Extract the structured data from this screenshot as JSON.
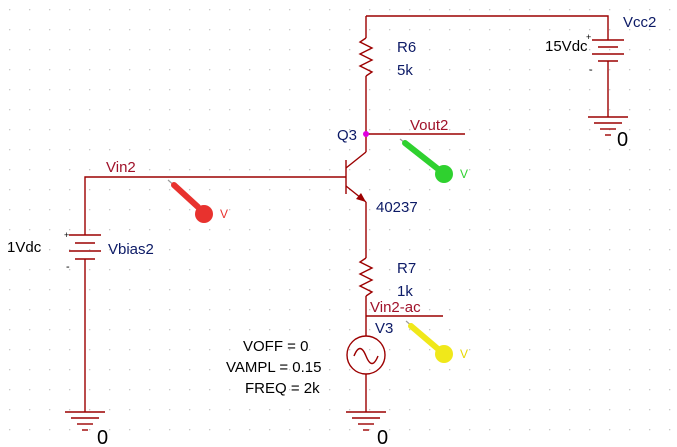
{
  "colors": {
    "wire": "#9c0000",
    "component": "#9c0000",
    "text_blue": "#0c1a66",
    "text_black": "#000000",
    "net_label": "#a0122a",
    "grid_dot": "#c8c8c8",
    "probe_red": "#e8322e",
    "probe_green": "#2fd12f",
    "probe_yellow": "#f0e81a",
    "junction": "#e000e0"
  },
  "components": {
    "r6": {
      "ref": "R6",
      "value": "5k"
    },
    "r7": {
      "ref": "R7",
      "value": "1k"
    },
    "q3": {
      "ref": "Q3",
      "model": "40237"
    },
    "vcc2": {
      "ref": "Vcc2",
      "value": "15Vdc",
      "plus": "+",
      "minus": "-"
    },
    "vbias2": {
      "ref": "Vbias2",
      "value": "1Vdc",
      "plus": "+",
      "minus": "-"
    },
    "v3": {
      "ref": "V3",
      "voff": "VOFF = 0",
      "vampl": "VAMPL = 0.15",
      "freq": "FREQ = 2k"
    }
  },
  "nets": {
    "vout2": "Vout2",
    "vin2": "Vin2",
    "vin2_ac": "Vin2-ac"
  },
  "grounds": {
    "label": "0"
  },
  "probes": {
    "vout2": {
      "label": "V",
      "color": "green"
    },
    "vin2": {
      "label": "V",
      "color": "red"
    },
    "vin2_ac": {
      "label": "V",
      "color": "yellow"
    }
  }
}
